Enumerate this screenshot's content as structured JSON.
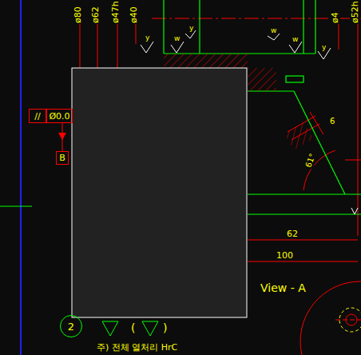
{
  "diagram": {
    "nodes": [
      {
        "text": [
          "//"
        ]
      },
      {
        "text": [
          "Ø0.0"
        ]
      },
      {
        "text": [
          "B"
        ]
      },
      {
        "text": [
          "2"
        ]
      }
    ],
    "edges": [
      {
        "from": 1,
        "to": 2,
        "arrow": "to"
      }
    ],
    "labels": [
      "ø80",
      "ø62",
      "ø47h",
      "ø40",
      "ø4",
      "ø52h",
      "y",
      "w",
      "y",
      "w",
      "w",
      "y",
      "6",
      "61°",
      "62",
      "100",
      "View - A",
      "(",
      ")",
      "주) 전체 열처리 HrC"
    ]
  }
}
